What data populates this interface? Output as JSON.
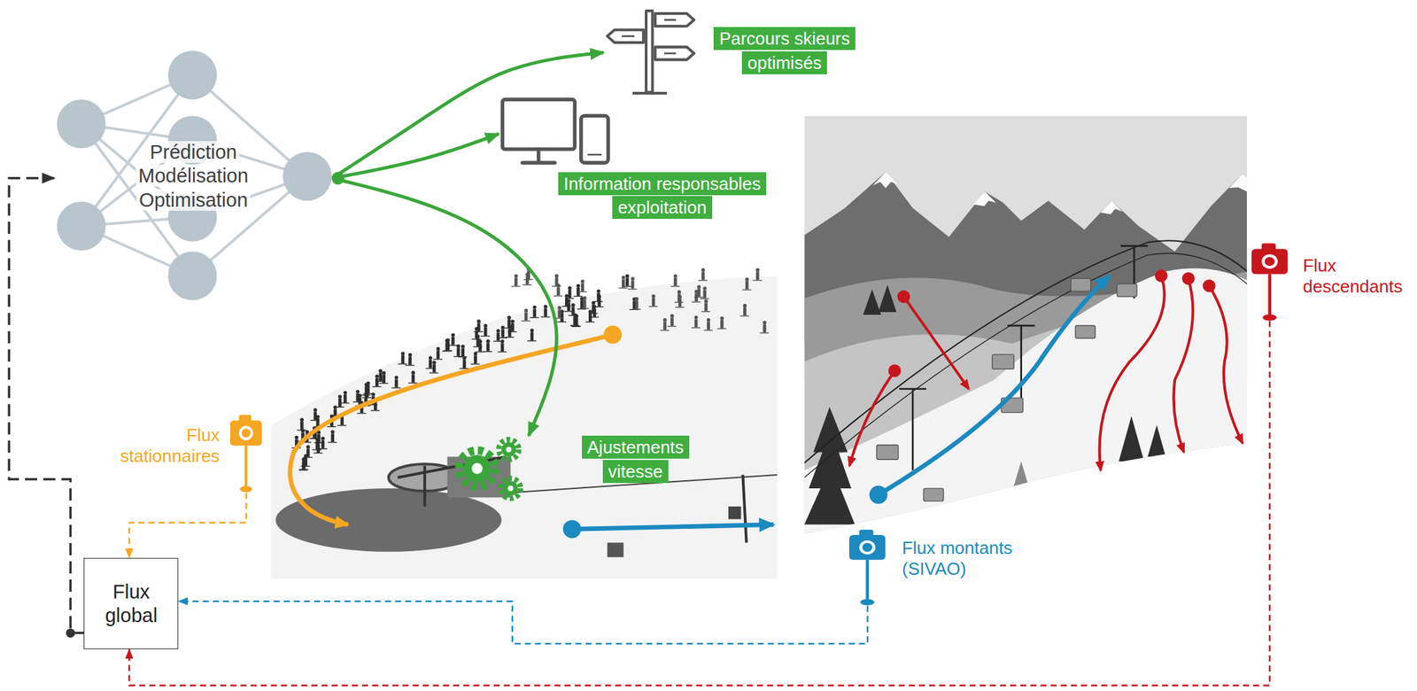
{
  "diagram": {
    "nodes": [
      {
        "text": [
          "Prédiction",
          "Modélisation",
          "Optimisation"
        ]
      },
      {
        "text": [
          "Parcours skieurs optimisés"
        ]
      },
      {
        "text": [
          "Information responsables exploitation"
        ]
      },
      {
        "text": [
          "Ajustements vitesse"
        ]
      },
      {
        "text": [
          "Flux stationnaires"
        ]
      },
      {
        "text": [
          "Flux montants (SIVAO)"
        ]
      },
      {
        "text": [
          "Flux descendants"
        ]
      },
      {
        "text": [
          "Flux global"
        ]
      }
    ],
    "edges": [
      {
        "from": 0,
        "to": 1,
        "arrow": "to"
      },
      {
        "from": 0,
        "to": 2,
        "arrow": "to"
      },
      {
        "from": 0,
        "to": 3,
        "arrow": "to"
      },
      {
        "from": 4,
        "to": 7,
        "arrow": "to"
      },
      {
        "from": 5,
        "to": 7,
        "arrow": "to"
      },
      {
        "from": 6,
        "to": 7,
        "arrow": "to"
      },
      {
        "from": 7,
        "to": 0,
        "arrow": "to"
      }
    ]
  }
}
